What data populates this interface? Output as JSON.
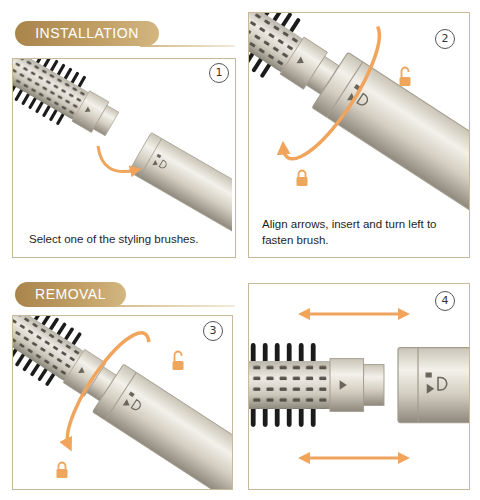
{
  "diagram": {
    "nodes": [
      {
        "text": [
          "INSTALLATION"
        ]
      },
      {
        "text": [
          "1",
          "Select one of the styling brushes."
        ]
      },
      {
        "text": [
          "2",
          "Align arrows, insert and turn left to fasten brush."
        ]
      },
      {
        "text": [
          "REMOVAL"
        ]
      },
      {
        "text": [
          "3"
        ]
      },
      {
        "text": [
          "4"
        ]
      }
    ]
  }
}
